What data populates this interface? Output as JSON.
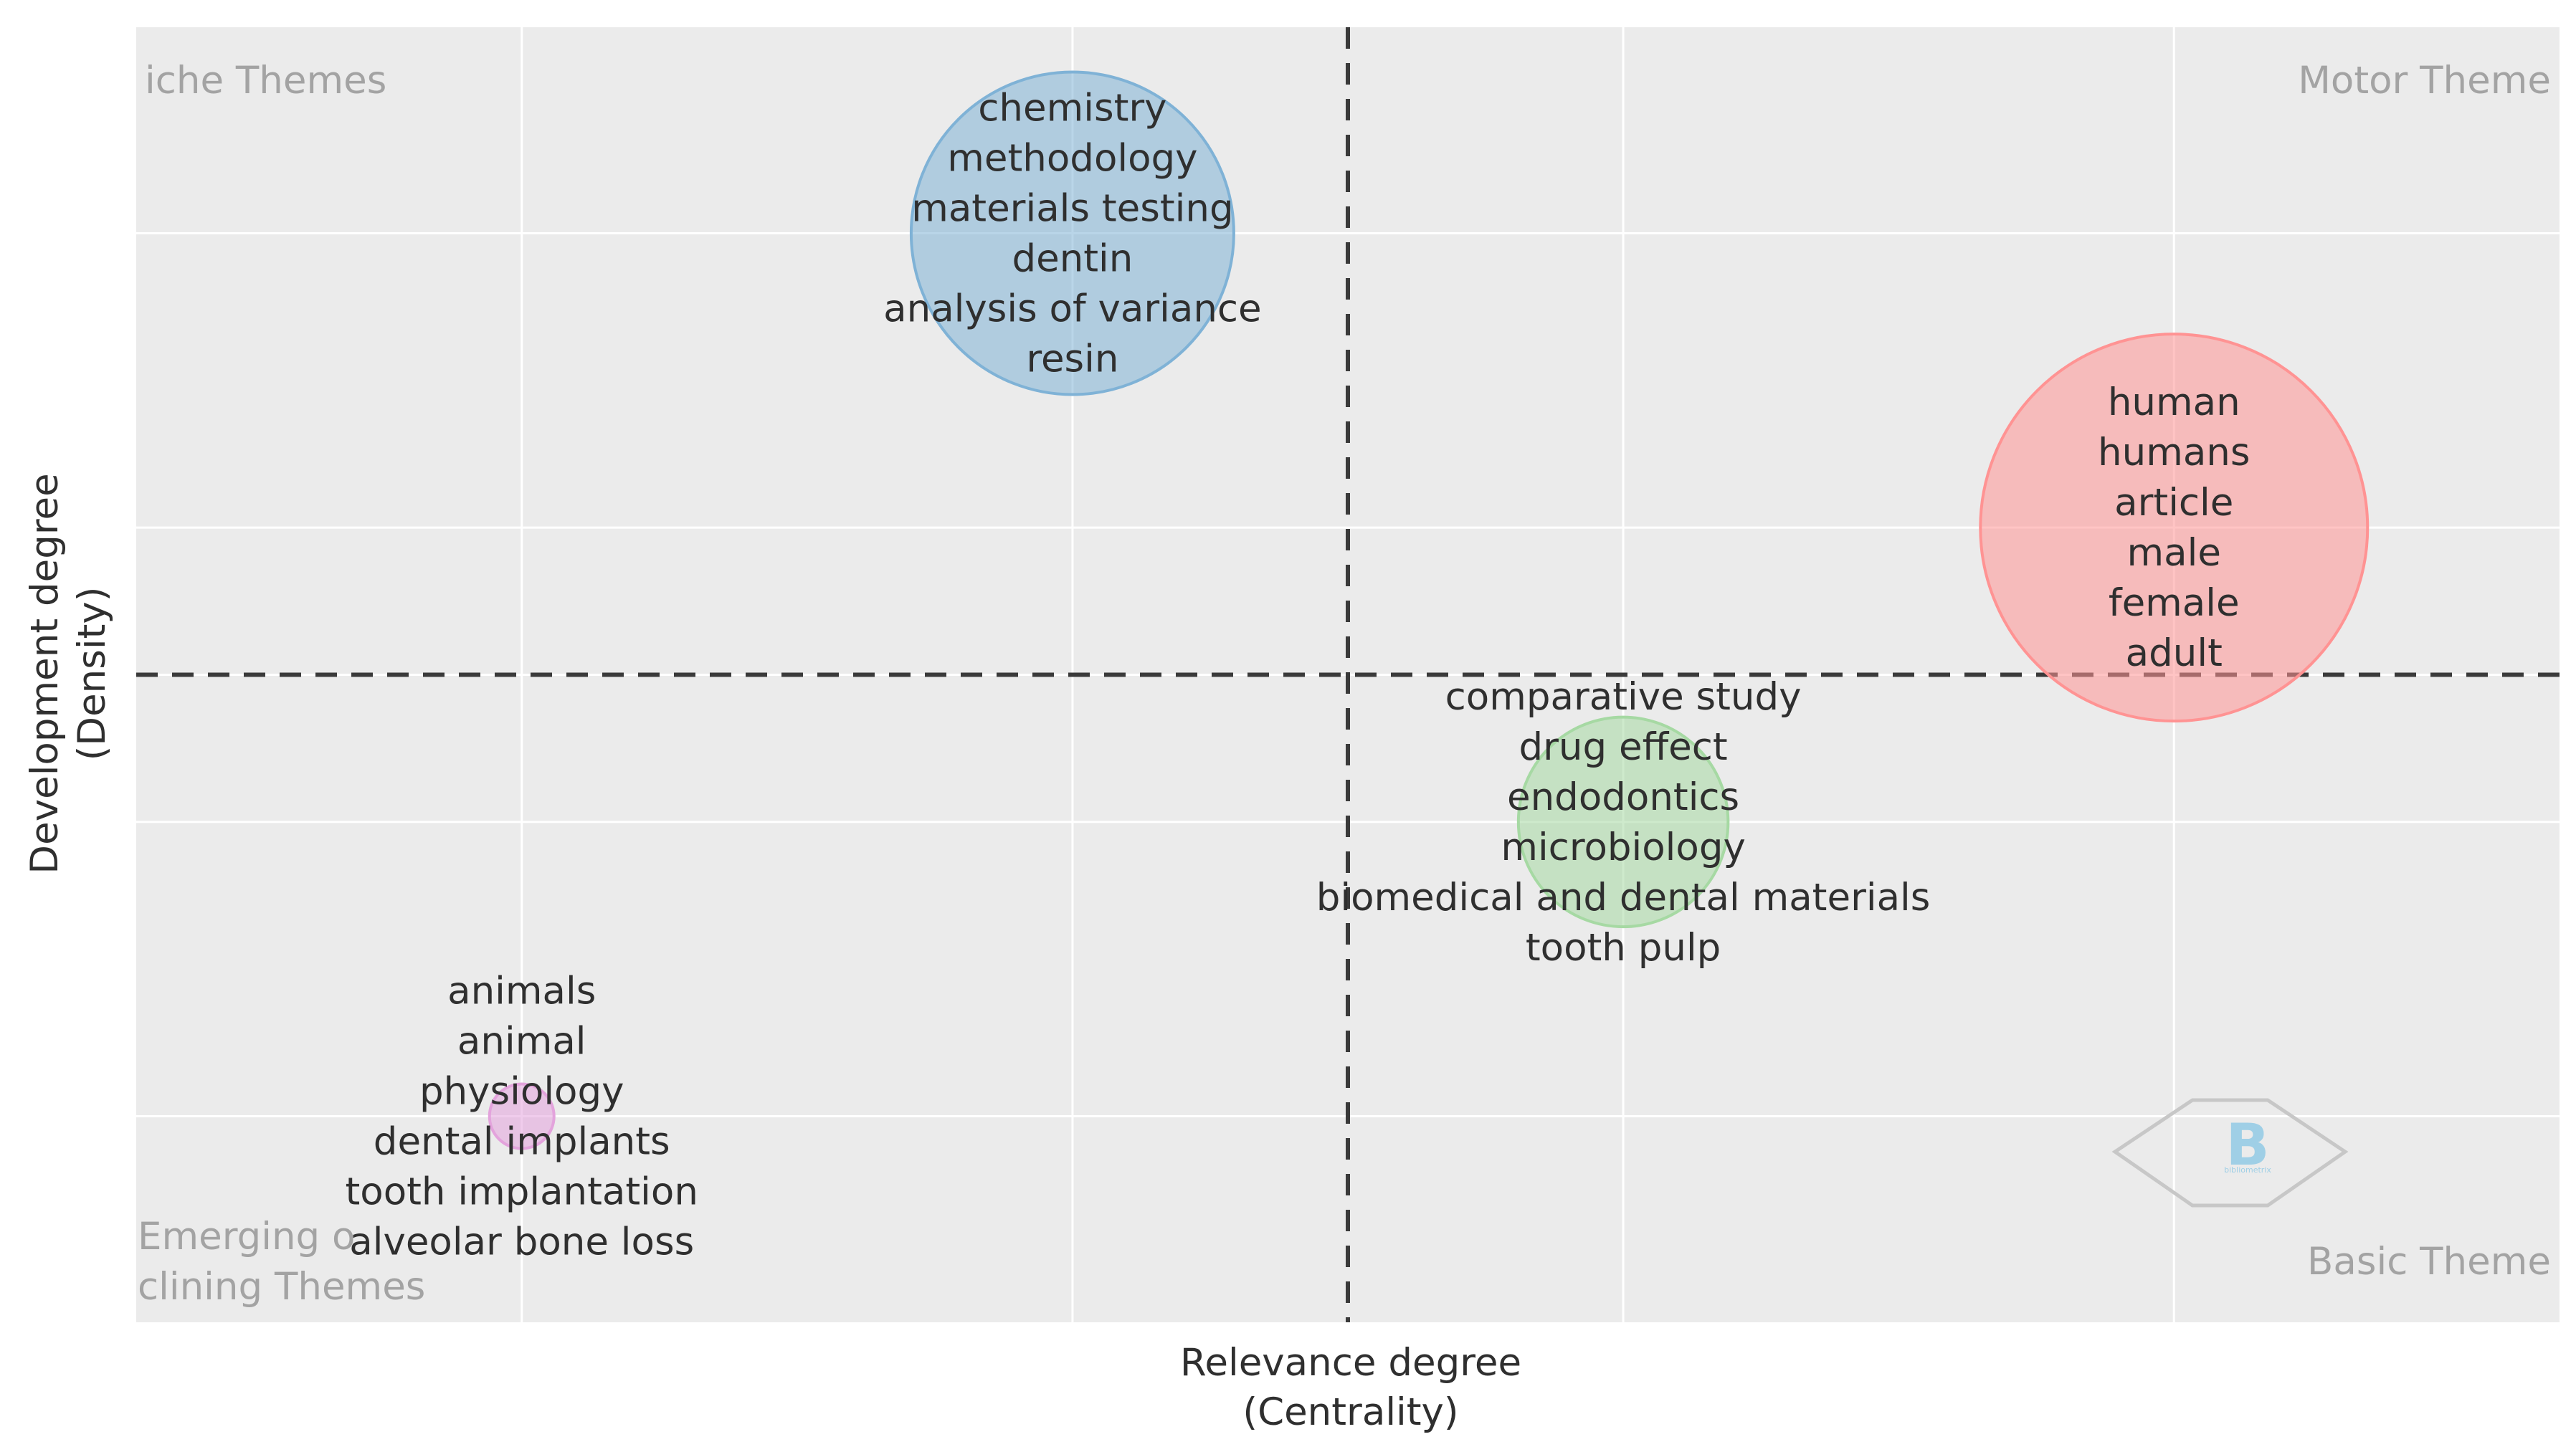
{
  "chart_data": {
    "type": "scatter",
    "subtype": "bubble",
    "xlabel": [
      "Relevance degree",
      "(Centrality)"
    ],
    "ylabel": [
      "Development degree",
      "(Density)"
    ],
    "xlim": [
      0,
      4.4
    ],
    "ylim": [
      0,
      4.4
    ],
    "x_reference": 2.2,
    "y_reference": 2.2,
    "grid": true,
    "background": "#ebebeb",
    "quadrant_labels": {
      "top_left": [
        "iche Themes"
      ],
      "top_right": [
        "Motor Theme"
      ],
      "bottom_left": [
        "Emerging o",
        "clining Themes"
      ],
      "bottom_right": [
        "Basic Theme"
      ]
    },
    "points": [
      {
        "x": 1.7,
        "y": 3.7,
        "size": 1.0,
        "color": "#7fb2d6",
        "labels": [
          "chemistry",
          "methodology",
          "materials testing",
          "dentin",
          "analysis of variance",
          "resin"
        ]
      },
      {
        "x": 3.7,
        "y": 2.7,
        "size": 1.2,
        "color": "#ff9393",
        "labels": [
          "human",
          "humans",
          "article",
          "male",
          "female",
          "adult"
        ]
      },
      {
        "x": 2.7,
        "y": 1.7,
        "size": 0.65,
        "color": "#a6d9a3",
        "labels": [
          "comparative study",
          "drug effect",
          "endodontics",
          "microbiology",
          "biomedical and dental materials",
          "tooth pulp"
        ]
      },
      {
        "x": 0.7,
        "y": 0.7,
        "size": 0.2,
        "color": "#e3a3dc",
        "labels": [
          "animals",
          "animal",
          "physiology",
          "dental implants",
          "tooth implantation",
          "alveolar bone loss"
        ]
      }
    ]
  },
  "watermark": {
    "text": "bibliometrix",
    "color": "#9fcfe6"
  }
}
